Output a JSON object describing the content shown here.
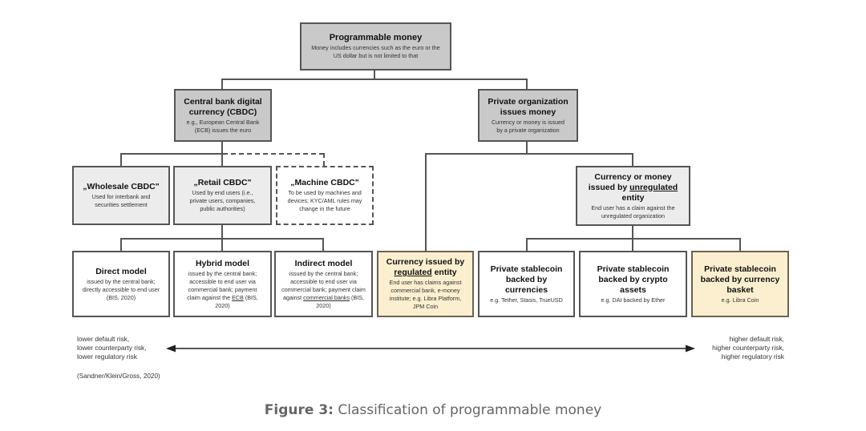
{
  "diagram": {
    "root": {
      "title": "Programmable money",
      "desc": "Money includes currencies such as the euro or the US dollar but is not limited to that"
    },
    "cbdc": {
      "title": "Central bank digital currency (CBDC)",
      "desc": "e.g., European Central Bank (ECB) issues the euro"
    },
    "private_org": {
      "title": "Private organization issues money",
      "desc": "Currency or money is issued by a private organization"
    },
    "wholesale": {
      "title": "„Wholesale CBDC\"",
      "desc": "Used for interbank and securities settlement"
    },
    "retail": {
      "title": "„Retail CBDC\"",
      "desc": "Used by end users (i.e., private users, companies, public authorities)"
    },
    "machine": {
      "title": "„Machine CBDC\"",
      "desc": "To be used by machines and devices; KYC/AML rules may change in the future"
    },
    "unregulated": {
      "title_pre": "Currency or money issued by ",
      "title_u": "unregulated",
      "title_post": " entity",
      "desc": "End user has a claim against the unregulated organization"
    },
    "direct": {
      "title": "Direct model",
      "desc": "issued by the central bank; directly accessible to end user (BIS, 2020)"
    },
    "hybrid": {
      "title": "Hybrid model",
      "desc_pre": "issued by the central bank; accessible to end user via commercial bank; payment claim against the ",
      "desc_u": "ECB",
      "desc_post": " (BIS, 2020)"
    },
    "indirect": {
      "title": "Indirect model",
      "desc_pre": "issued by the central bank; accessible to end user via commercial bank; payment claim against ",
      "desc_u": "commercial banks",
      "desc_post": " (BIS, 2020)"
    },
    "regulated": {
      "title_pre": "Currency issued by ",
      "title_u": "regulated",
      "title_post": " entity",
      "desc": "End user has claims against commercial bank, e-money institute; e.g. Libra Platform, JPM Coin"
    },
    "stable_currencies": {
      "title": "Private stablecoin backed by currencies",
      "desc": "e.g. Tether, Stasis, TrueUSD"
    },
    "stable_crypto": {
      "title": "Private stablecoin backed by crypto assets",
      "desc": "e.g. DAI backed by Ether"
    },
    "stable_basket": {
      "title": "Private stablecoin backed by currency basket",
      "desc": "e.g. Libra Coin"
    }
  },
  "risk_scale": {
    "left": [
      "lower default risk,",
      "lower counterparty risk,",
      "lower regulatory risk"
    ],
    "right": [
      "higher default risk,",
      "higher counterparty risk,",
      "higher regulatory risk"
    ]
  },
  "source": "(Sandner/Klein/Gross, 2020)",
  "caption": {
    "label": "Figure 3:",
    "text": " Classification of programmable money"
  },
  "colors": {
    "root_fill": "#c9c9c9",
    "mid_fill": "#ececec",
    "highlight_fill": "#fbefcf",
    "border": "#555555"
  }
}
